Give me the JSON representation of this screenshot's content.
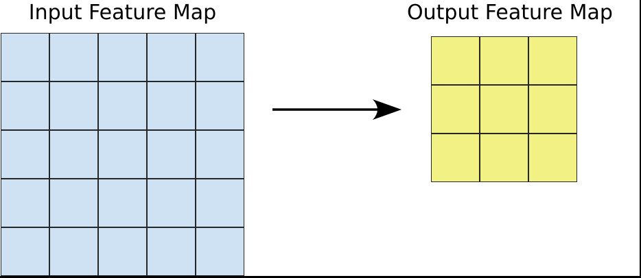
{
  "page": {
    "background": "#ffffff",
    "frame_border_color": "#000000"
  },
  "input_map": {
    "title": "Input Feature Map",
    "grid": {
      "rows": 5,
      "cols": 5,
      "fill": "#cfe2f3",
      "line_color": "#262626"
    }
  },
  "output_map": {
    "title": "Output Feature Map",
    "grid": {
      "rows": 3,
      "cols": 3,
      "fill": "#f2f284",
      "line_color": "#262626"
    }
  },
  "arrow": {
    "direction": "right",
    "color": "#000000"
  }
}
